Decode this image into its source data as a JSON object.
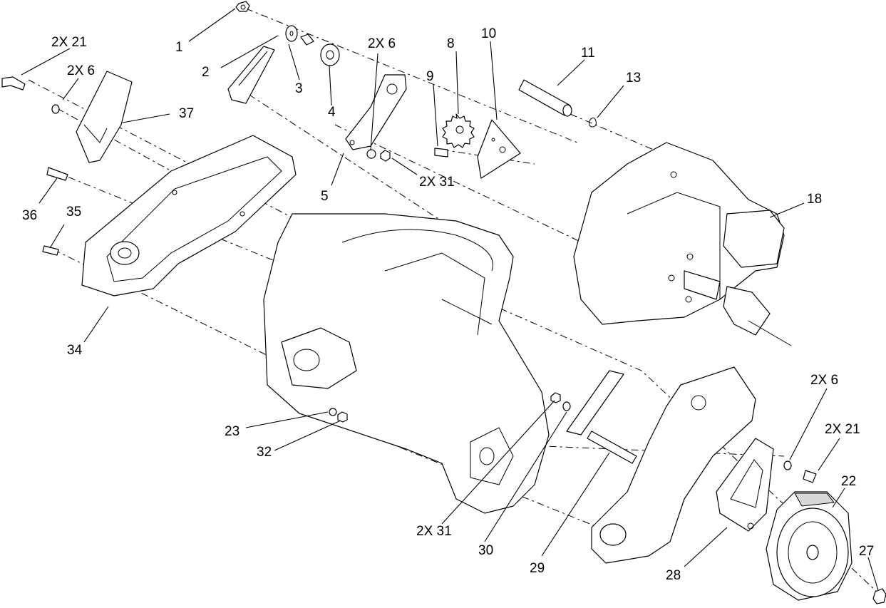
{
  "callouts": {
    "c1": "1",
    "c2": "2",
    "c3": "3",
    "c4": "4",
    "c5": "5",
    "c6_top": "2X 6",
    "c8": "8",
    "c9": "9",
    "c10": "10",
    "c11": "11",
    "c13": "13",
    "c18": "18",
    "c21_left": "2X 21",
    "c6_left": "2X 6",
    "c37": "37",
    "c31_top": "2X 31",
    "c36": "36",
    "c35": "35",
    "c34": "34",
    "c23": "23",
    "c32": "32",
    "c31_bottom": "2X 31",
    "c30": "30",
    "c29": "29",
    "c28": "28",
    "c6_right": "2X 6",
    "c21_right": "2X 21",
    "c22": "22",
    "c27": "27"
  }
}
